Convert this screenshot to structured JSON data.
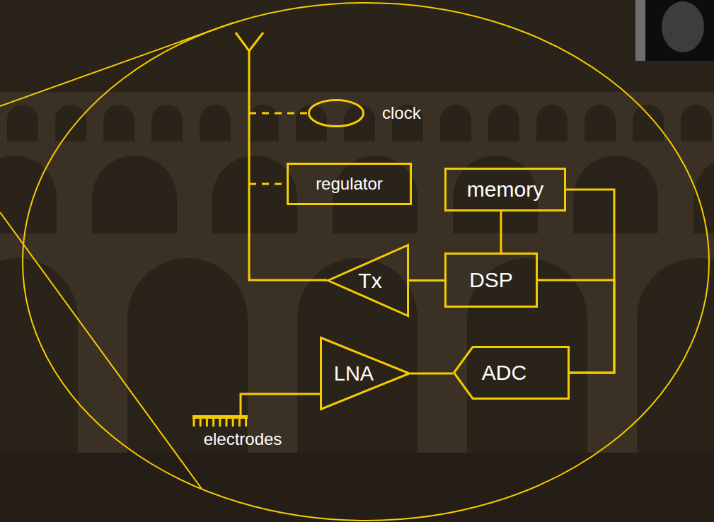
{
  "diagram": {
    "nodes": [
      {
        "text": [
          "clock"
        ]
      },
      {
        "text": [
          "regulator"
        ]
      },
      {
        "text": [
          "memory"
        ]
      },
      {
        "text": [
          "Tx"
        ]
      },
      {
        "text": [
          "DSP"
        ]
      },
      {
        "text": [
          "LNA"
        ]
      },
      {
        "text": [
          "ADC"
        ]
      },
      {
        "text": [
          "electrodes"
        ]
      }
    ],
    "edges": [
      {
        "from": 2,
        "to": 4,
        "arrow": "none"
      },
      {
        "from": 3,
        "to": 4,
        "arrow": "none"
      },
      {
        "from": 2,
        "to": 6,
        "arrow": "none"
      },
      {
        "from": 4,
        "to": 6,
        "arrow": "none"
      },
      {
        "from": 5,
        "to": 6,
        "arrow": "none"
      },
      {
        "from": 7,
        "to": 5,
        "arrow": "none"
      }
    ]
  }
}
